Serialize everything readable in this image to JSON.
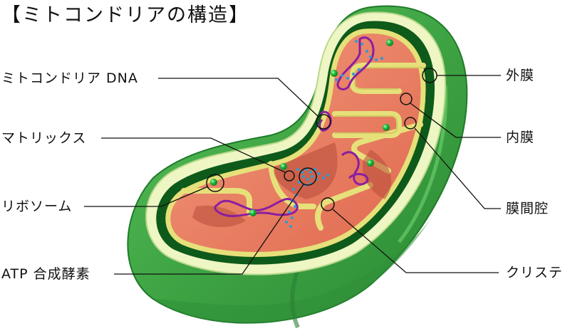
{
  "title": "【ミトコンドリアの構造】",
  "labels": {
    "left": [
      {
        "id": "mtdna",
        "text": "ミトコンドリア DNA"
      },
      {
        "id": "matrix",
        "text": "マトリックス"
      },
      {
        "id": "ribosome",
        "text": "リボソーム"
      },
      {
        "id": "atp_synthase",
        "text": "ATP 合成酵素"
      }
    ],
    "right": [
      {
        "id": "outer_membrane",
        "text": "外膜"
      },
      {
        "id": "inner_membrane",
        "text": "内膜"
      },
      {
        "id": "intermembrane_space",
        "text": "膜間腔"
      },
      {
        "id": "cristae",
        "text": "クリステ"
      }
    ]
  },
  "colors": {
    "outer_green": "#3fa444",
    "outer_green_light": "#6fcf6a",
    "outer_green_dark": "#1f7a2a",
    "intermembrane_dark_green": "#0e5a1a",
    "outer_membrane_cream": "#e9f3b8",
    "inner_membrane_yellow": "#e6e07a",
    "matrix_salmon": "#e8795f",
    "matrix_shadow": "#b84c3a",
    "dna_purple": "#8a1ea0",
    "ribosome_green": "#22c040",
    "atp_blue": "#2e9ad8",
    "leader_line": "#111111"
  }
}
